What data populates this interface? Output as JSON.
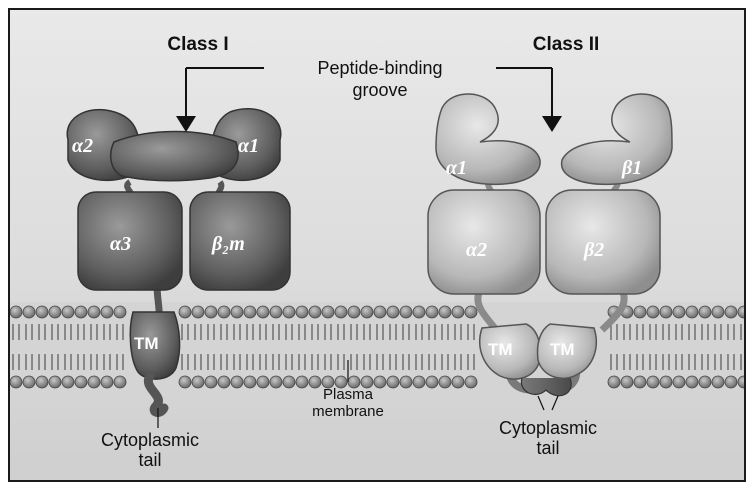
{
  "titles": {
    "class1": "Class I",
    "class2": "Class II"
  },
  "groove_label": {
    "line1": "Peptide-binding",
    "line2": "groove"
  },
  "class1_domains": {
    "a2": "α2",
    "a1": "α1",
    "a3": "α3",
    "b2m": "β₂m",
    "tm": "TM"
  },
  "class2_domains": {
    "a1": "α1",
    "b1": "β1",
    "a2": "α2",
    "b2": "β2",
    "tm_left": "TM",
    "tm_right": "TM"
  },
  "membrane_label": {
    "line1": "Plasma",
    "line2": "membrane"
  },
  "class1_tail": {
    "line1": "Cytoplasmic",
    "line2": "tail"
  },
  "class2_tail": {
    "line1": "Cytoplasmic",
    "line2": "tail"
  },
  "colors": {
    "class1_protein": "#6a6a6a",
    "class2_protein": "#c4c4c4",
    "lipid_head": "#8a8a8a",
    "background": "#dedede"
  }
}
